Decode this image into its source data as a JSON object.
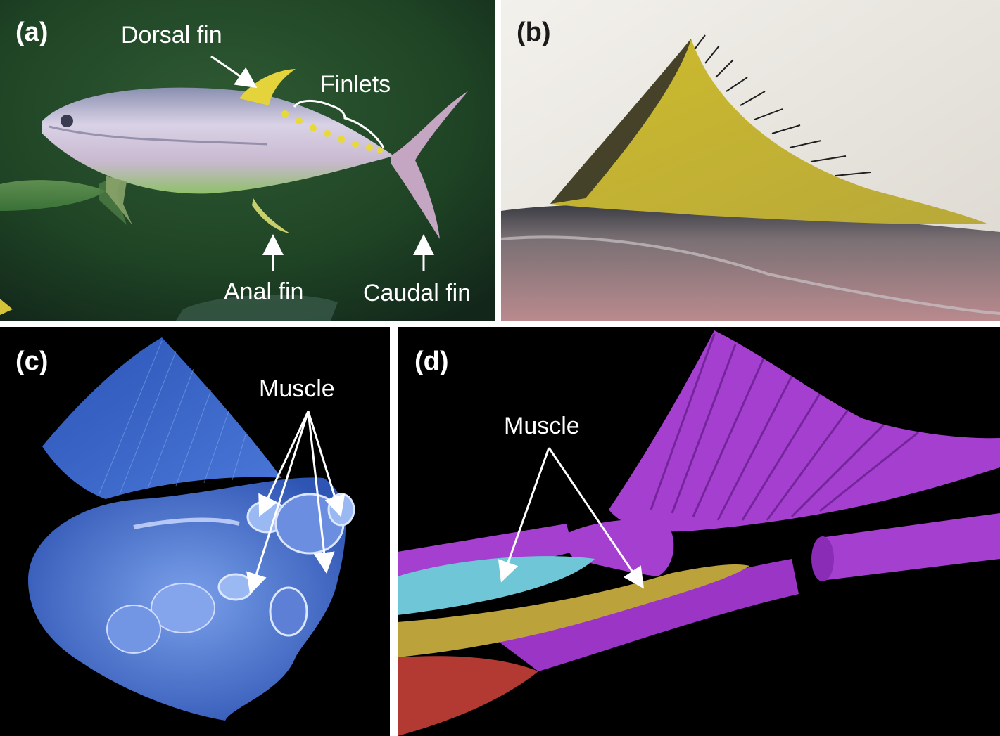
{
  "panels": {
    "a": {
      "label": "(a)",
      "annotations": {
        "dorsal": "Dorsal fin",
        "finlets": "Finlets",
        "anal": "Anal fin",
        "caudal": "Caudal fin"
      }
    },
    "b": {
      "label": "(b)"
    },
    "c": {
      "label": "(c)",
      "annotations": {
        "muscle": "Muscle"
      }
    },
    "d": {
      "label": "(d)",
      "annotations": {
        "muscle": "Muscle"
      }
    }
  },
  "colors": {
    "underwater_bg": "#1f3a22",
    "fin_yellow": "#d8c238",
    "ct_blue": "#3a63c8",
    "render_purple": "#a63ed0",
    "render_cyan": "#6fc6d6",
    "render_gold": "#bca23a",
    "render_red": "#b23a32"
  }
}
